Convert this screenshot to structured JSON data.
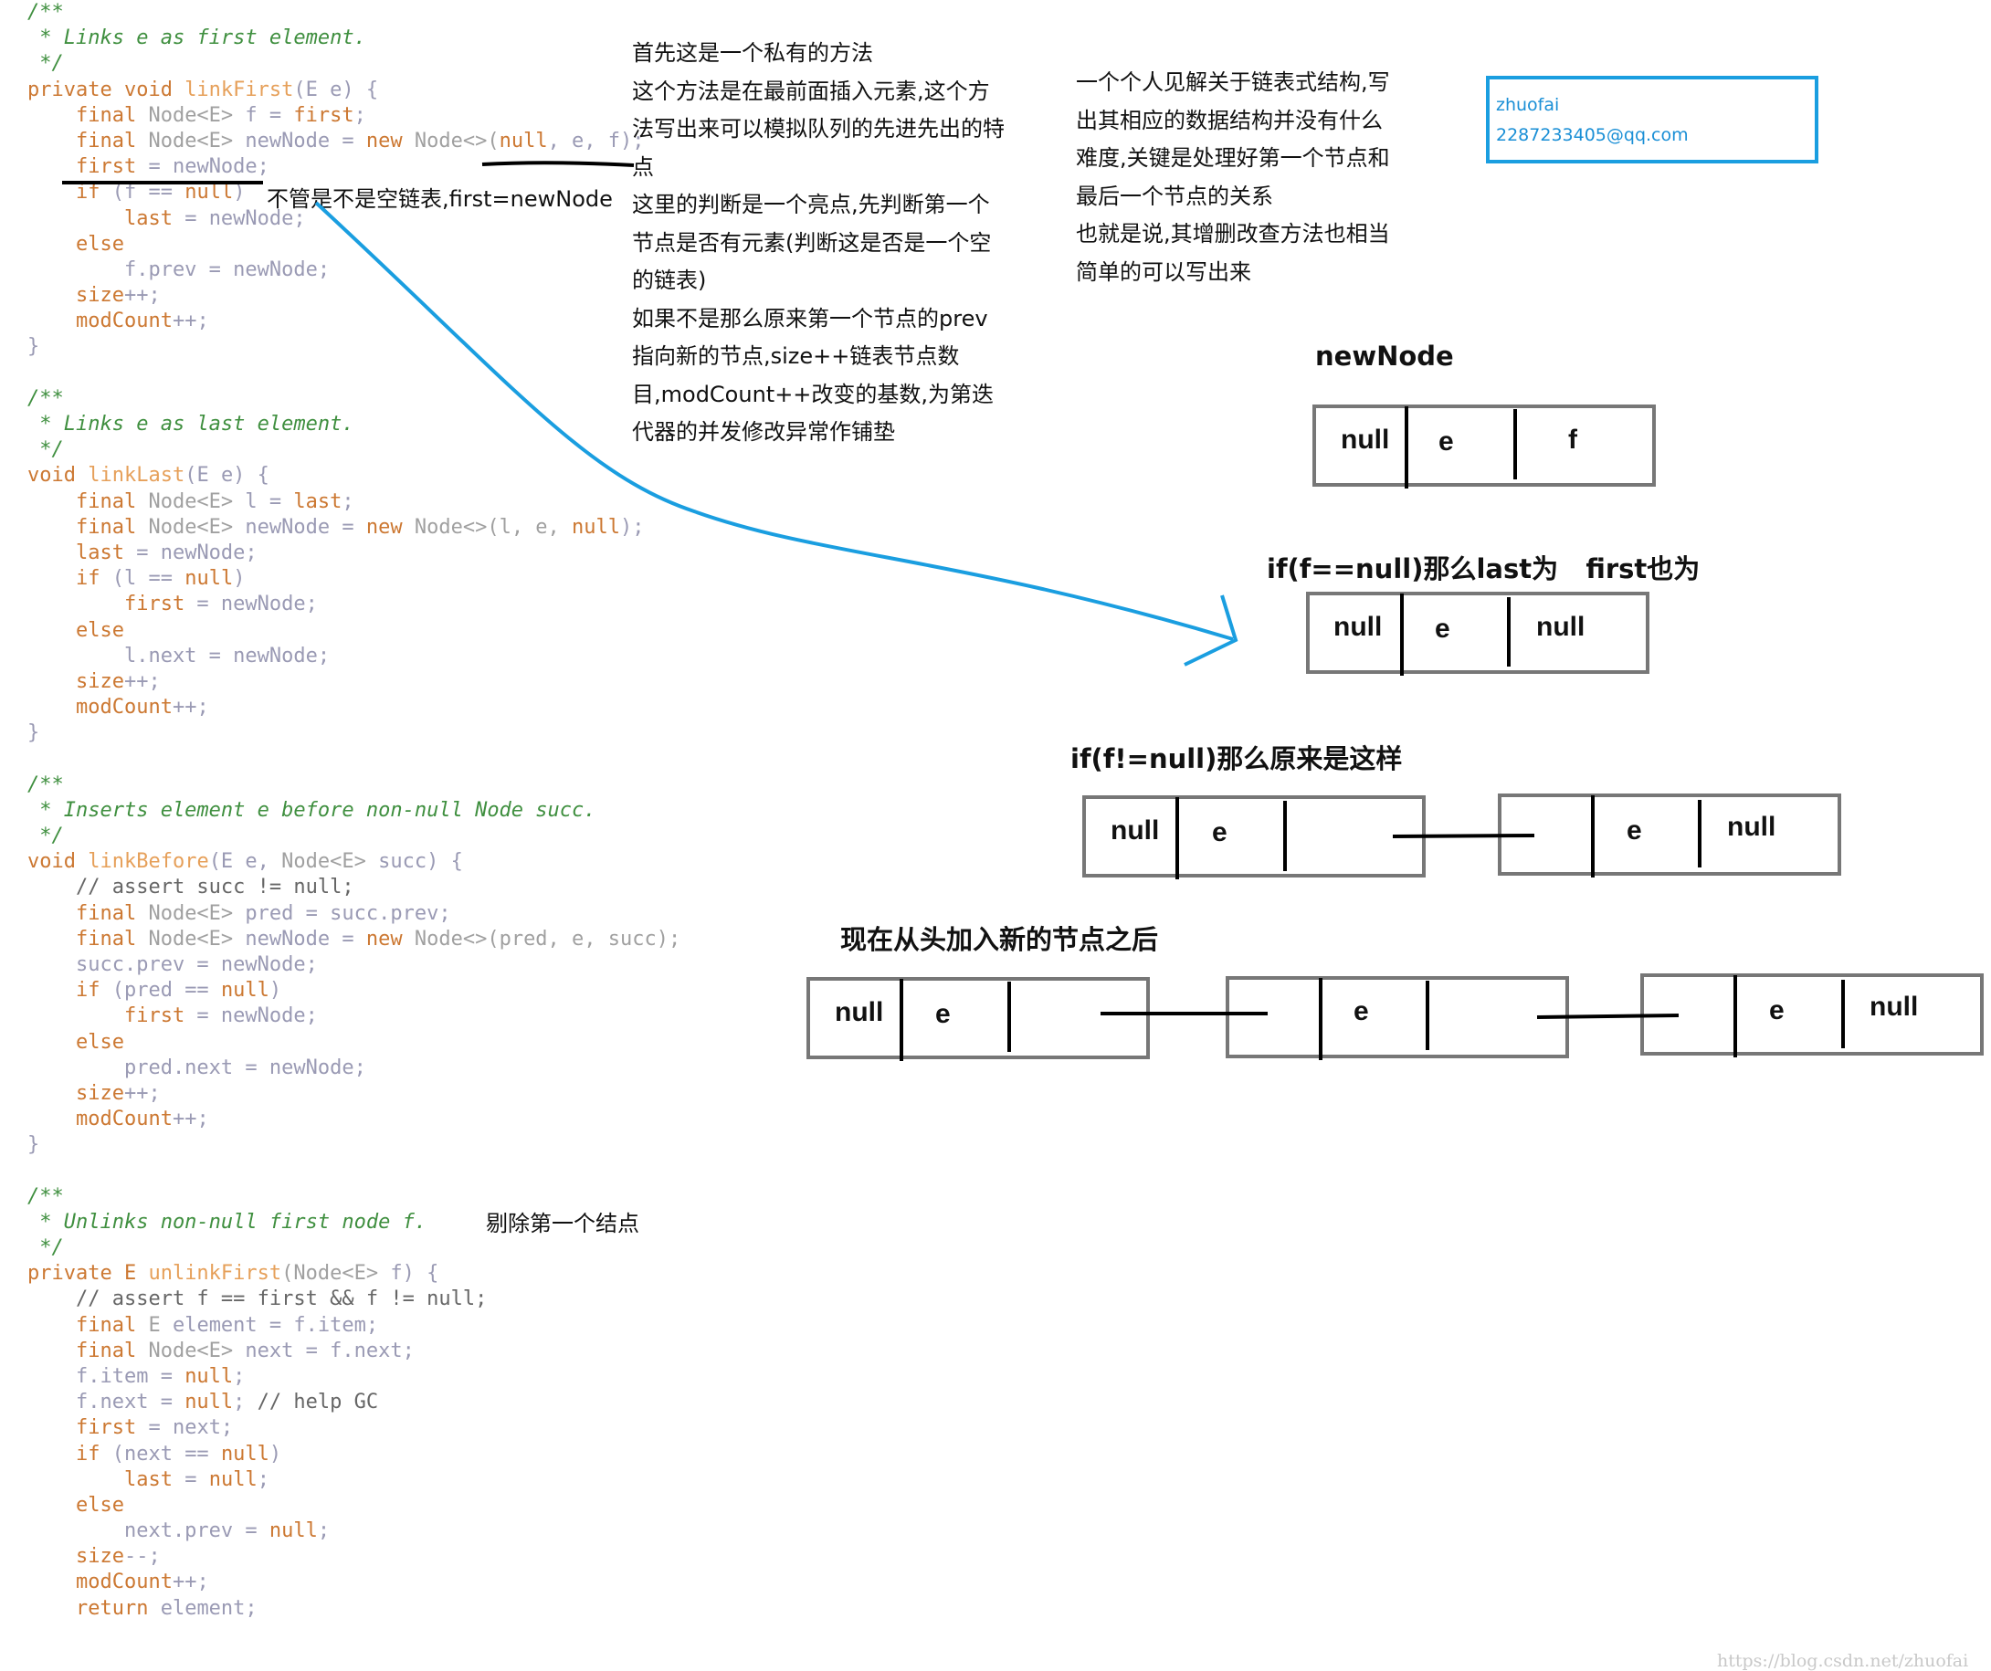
{
  "code_lines": [
    [
      {
        "c": "cm",
        "t": "/**"
      }
    ],
    [
      {
        "c": "cm",
        "t": " * Links e as first element."
      }
    ],
    [
      {
        "c": "cm",
        "t": " */"
      }
    ],
    [
      {
        "c": "kw",
        "t": "private void "
      },
      {
        "c": "fn",
        "t": "linkFirst"
      },
      {
        "c": "pl",
        "t": "(E e) {"
      }
    ],
    [
      {
        "c": "kw",
        "t": "    final "
      },
      {
        "c": "ty",
        "t": "Node<E> "
      },
      {
        "c": "var",
        "t": "f = "
      },
      {
        "c": "kw",
        "t": "first"
      },
      {
        "c": "pl",
        "t": ";"
      }
    ],
    [
      {
        "c": "kw",
        "t": "    final "
      },
      {
        "c": "ty",
        "t": "Node<E> "
      },
      {
        "c": "var",
        "t": "newNode = "
      },
      {
        "c": "kw",
        "t": "new "
      },
      {
        "c": "ty",
        "t": "Node<>("
      },
      {
        "c": "nul",
        "t": "null"
      },
      {
        "c": "pl",
        "t": ", e, f);"
      }
    ],
    [
      {
        "c": "kw",
        "t": "    first"
      },
      {
        "c": "var",
        "t": " = newNode;"
      }
    ],
    [
      {
        "c": "kw",
        "t": "    if "
      },
      {
        "c": "var",
        "t": "(f == "
      },
      {
        "c": "nul",
        "t": "null"
      },
      {
        "c": "pl",
        "t": ")"
      }
    ],
    [
      {
        "c": "kw",
        "t": "        last"
      },
      {
        "c": "var",
        "t": " = newNode;"
      }
    ],
    [
      {
        "c": "kw",
        "t": "    else"
      }
    ],
    [
      {
        "c": "var",
        "t": "        f.prev = newNode;"
      }
    ],
    [
      {
        "c": "kw",
        "t": "    size"
      },
      {
        "c": "pl",
        "t": "++;"
      }
    ],
    [
      {
        "c": "kw",
        "t": "    modCount"
      },
      {
        "c": "pl",
        "t": "++;"
      }
    ],
    [
      {
        "c": "pl",
        "t": "}"
      }
    ],
    [
      {
        "c": "pl",
        "t": ""
      }
    ],
    [
      {
        "c": "cm",
        "t": "/**"
      }
    ],
    [
      {
        "c": "cm",
        "t": " * Links e as last element."
      }
    ],
    [
      {
        "c": "cm",
        "t": " */"
      }
    ],
    [
      {
        "c": "kw",
        "t": "void "
      },
      {
        "c": "fn",
        "t": "linkLast"
      },
      {
        "c": "pl",
        "t": "(E e) {"
      }
    ],
    [
      {
        "c": "kw",
        "t": "    final "
      },
      {
        "c": "ty",
        "t": "Node<E> "
      },
      {
        "c": "var",
        "t": "l = "
      },
      {
        "c": "kw",
        "t": "last"
      },
      {
        "c": "pl",
        "t": ";"
      }
    ],
    [
      {
        "c": "kw",
        "t": "    final "
      },
      {
        "c": "ty",
        "t": "Node<E> "
      },
      {
        "c": "var",
        "t": "newNode = "
      },
      {
        "c": "kw",
        "t": "new "
      },
      {
        "c": "ty",
        "t": "Node<>(l, e, "
      },
      {
        "c": "nul",
        "t": "null"
      },
      {
        "c": "pl",
        "t": ");"
      }
    ],
    [
      {
        "c": "kw",
        "t": "    last"
      },
      {
        "c": "var",
        "t": " = newNode;"
      }
    ],
    [
      {
        "c": "kw",
        "t": "    if "
      },
      {
        "c": "var",
        "t": "(l == "
      },
      {
        "c": "nul",
        "t": "null"
      },
      {
        "c": "pl",
        "t": ")"
      }
    ],
    [
      {
        "c": "kw",
        "t": "        first"
      },
      {
        "c": "var",
        "t": " = newNode;"
      }
    ],
    [
      {
        "c": "kw",
        "t": "    else"
      }
    ],
    [
      {
        "c": "var",
        "t": "        l.next = newNode;"
      }
    ],
    [
      {
        "c": "kw",
        "t": "    size"
      },
      {
        "c": "pl",
        "t": "++;"
      }
    ],
    [
      {
        "c": "kw",
        "t": "    modCount"
      },
      {
        "c": "pl",
        "t": "++;"
      }
    ],
    [
      {
        "c": "pl",
        "t": "}"
      }
    ],
    [
      {
        "c": "pl",
        "t": ""
      }
    ],
    [
      {
        "c": "cm",
        "t": "/**"
      }
    ],
    [
      {
        "c": "cm",
        "t": " * Inserts element e before non-null Node succ."
      }
    ],
    [
      {
        "c": "cm",
        "t": " */"
      }
    ],
    [
      {
        "c": "kw",
        "t": "void "
      },
      {
        "c": "fn",
        "t": "linkBefore"
      },
      {
        "c": "pl",
        "t": "(E e, "
      },
      {
        "c": "ty",
        "t": "Node<E> "
      },
      {
        "c": "var",
        "t": "succ) {"
      }
    ],
    [
      {
        "c": "cm2",
        "t": "    // assert succ != null;"
      }
    ],
    [
      {
        "c": "kw",
        "t": "    final "
      },
      {
        "c": "ty",
        "t": "Node<E> "
      },
      {
        "c": "var",
        "t": "pred = succ.prev;"
      }
    ],
    [
      {
        "c": "kw",
        "t": "    final "
      },
      {
        "c": "ty",
        "t": "Node<E> "
      },
      {
        "c": "var",
        "t": "newNode = "
      },
      {
        "c": "kw",
        "t": "new "
      },
      {
        "c": "ty",
        "t": "Node<>(pred, e, succ);"
      }
    ],
    [
      {
        "c": "var",
        "t": "    succ.prev = newNode;"
      }
    ],
    [
      {
        "c": "kw",
        "t": "    if "
      },
      {
        "c": "var",
        "t": "(pred == "
      },
      {
        "c": "nul",
        "t": "null"
      },
      {
        "c": "pl",
        "t": ")"
      }
    ],
    [
      {
        "c": "kw",
        "t": "        first"
      },
      {
        "c": "var",
        "t": " = newNode;"
      }
    ],
    [
      {
        "c": "kw",
        "t": "    else"
      }
    ],
    [
      {
        "c": "var",
        "t": "        pred.next = newNode;"
      }
    ],
    [
      {
        "c": "kw",
        "t": "    size"
      },
      {
        "c": "pl",
        "t": "++;"
      }
    ],
    [
      {
        "c": "kw",
        "t": "    modCount"
      },
      {
        "c": "pl",
        "t": "++;"
      }
    ],
    [
      {
        "c": "pl",
        "t": "}"
      }
    ],
    [
      {
        "c": "pl",
        "t": ""
      }
    ],
    [
      {
        "c": "cm",
        "t": "/**"
      }
    ],
    [
      {
        "c": "cm",
        "t": " * Unlinks non-null first node f."
      }
    ],
    [
      {
        "c": "cm",
        "t": " */"
      }
    ],
    [
      {
        "c": "kw",
        "t": "private E "
      },
      {
        "c": "fn",
        "t": "unlinkFirst"
      },
      {
        "c": "ty",
        "t": "(Node<E> "
      },
      {
        "c": "var",
        "t": "f) {"
      }
    ],
    [
      {
        "c": "cm2",
        "t": "    // assert f == first && f != null;"
      }
    ],
    [
      {
        "c": "kw",
        "t": "    final "
      },
      {
        "c": "ty",
        "t": "E "
      },
      {
        "c": "var",
        "t": "element = f.item;"
      }
    ],
    [
      {
        "c": "kw",
        "t": "    final "
      },
      {
        "c": "ty",
        "t": "Node<E> "
      },
      {
        "c": "var",
        "t": "next = f.next;"
      }
    ],
    [
      {
        "c": "var",
        "t": "    f.item = "
      },
      {
        "c": "nul",
        "t": "null"
      },
      {
        "c": "pl",
        "t": ";"
      }
    ],
    [
      {
        "c": "var",
        "t": "    f.next = "
      },
      {
        "c": "nul",
        "t": "null"
      },
      {
        "c": "pl",
        "t": "; "
      },
      {
        "c": "cm2",
        "t": "// help GC"
      }
    ],
    [
      {
        "c": "kw",
        "t": "    first"
      },
      {
        "c": "var",
        "t": " = next;"
      }
    ],
    [
      {
        "c": "kw",
        "t": "    if "
      },
      {
        "c": "var",
        "t": "(next == "
      },
      {
        "c": "nul",
        "t": "null"
      },
      {
        "c": "pl",
        "t": ")"
      }
    ],
    [
      {
        "c": "kw",
        "t": "        last"
      },
      {
        "c": "var",
        "t": " = "
      },
      {
        "c": "nul",
        "t": "null"
      },
      {
        "c": "pl",
        "t": ";"
      }
    ],
    [
      {
        "c": "kw",
        "t": "    else"
      }
    ],
    [
      {
        "c": "var",
        "t": "        next.prev = "
      },
      {
        "c": "nul",
        "t": "null"
      },
      {
        "c": "pl",
        "t": ";"
      }
    ],
    [
      {
        "c": "kw",
        "t": "    size"
      },
      {
        "c": "pl",
        "t": "--;"
      }
    ],
    [
      {
        "c": "kw",
        "t": "    modCount"
      },
      {
        "c": "pl",
        "t": "++;"
      }
    ],
    [
      {
        "c": "kw",
        "t": "    return "
      },
      {
        "c": "var",
        "t": "element;"
      }
    ]
  ],
  "inline_note": "不管是不是空链表,first=newNode",
  "unlink_note": "剔除第一个结点",
  "explanation_lines": [
    "首先这是一个私有的方法",
    "这个方法是在最前面插入元素,这个方",
    "法写出来可以模拟队列的先进先出的特",
    "点",
    "这里的判断是一个亮点,先判断第一个",
    "节点是否有元素(判断这是否是一个空",
    "的链表)",
    "如果不是那么原来第一个节点的prev",
    "指向新的节点,size++链表节点数",
    "目,modCount++改变的基数,为第迭",
    "代器的并发修改异常作铺垫"
  ],
  "opinion_lines": [
    "一个个人见解关于链表式结构,写",
    "出其相应的数据结构并没有什么",
    "难度,关键是处理好第一个节点和",
    "最后一个节点的关系",
    "也就是说,其增删改查方法也相当",
    "简单的可以写出来"
  ],
  "author": {
    "name": "zhuofai",
    "email": "2287233405@qq.com"
  },
  "diagram": {
    "newnode_title": "newNode",
    "newnode_cells": [
      "null",
      "e",
      "f"
    ],
    "if_null_title": "if(f==null)那么last为   first也为",
    "if_null_cells": [
      "null",
      "e",
      "null"
    ],
    "if_notnull_title": "if(f!=null)那么原来是这样",
    "notnull_node1": [
      "null",
      "e"
    ],
    "notnull_node2": [
      "e",
      "null"
    ],
    "after_title": "现在从头加入新的节点之后",
    "after_node1": [
      "null",
      "e"
    ],
    "after_node2": [
      "e"
    ],
    "after_node3": [
      "e",
      "null"
    ]
  },
  "colors": {
    "arrow": "#1a9ee0",
    "node_border": "#777777",
    "info_border": "#1a9ee0"
  },
  "watermark": "https://blog.csdn.net/zhuofai"
}
